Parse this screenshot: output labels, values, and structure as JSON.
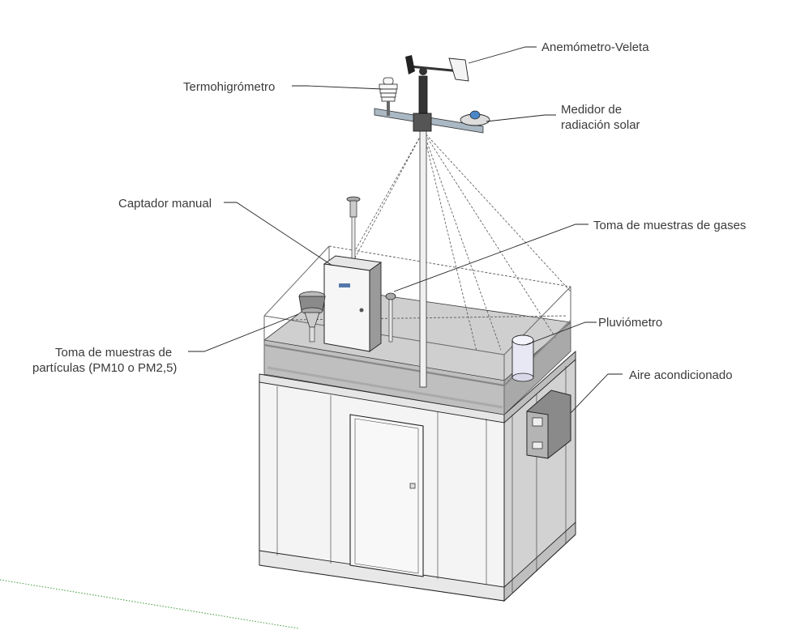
{
  "labels": {
    "anemometer": "Anemómetro-Veleta",
    "thermohygrometer": "Termohigrómetro",
    "solar_radiation_line1": "Medidor de",
    "solar_radiation_line2": "radiación solar",
    "manual_sampler": "Captador manual",
    "gas_sampling": "Toma de muestras de gases",
    "rain_gauge": "Pluviómetro",
    "air_conditioning": "Aire acondicionado",
    "particles_line1": "Toma de muestras de",
    "particles_line2": "partículas (PM10 o PM2,5)"
  },
  "colors": {
    "label_text": "#3a3a3a",
    "roof_fill": "#c9c9c9",
    "wall_front": "#f4f4f4",
    "wall_side": "#d2d2d2",
    "ground_line": "#3a9a3a"
  }
}
